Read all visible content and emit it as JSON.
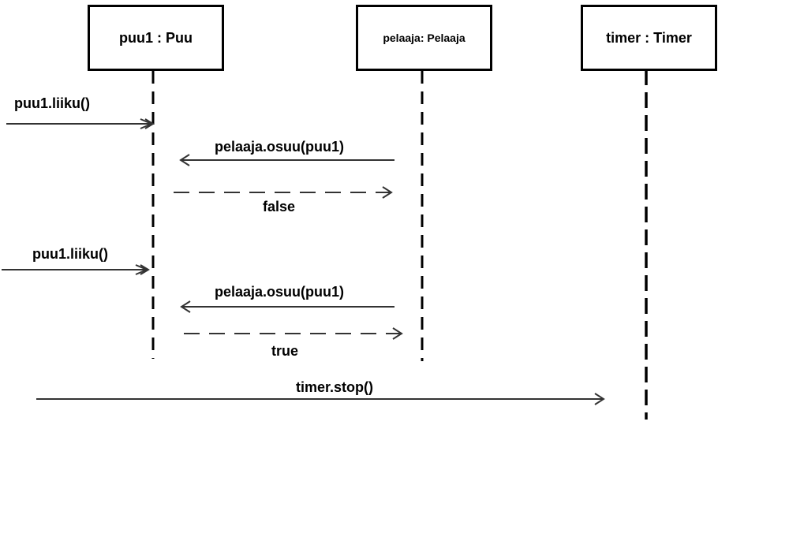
{
  "diagram": {
    "type": "sequence-diagram",
    "colors": {
      "line": "#000000",
      "message": "#333333",
      "background": "#ffffff"
    },
    "objects": [
      {
        "id": "puu1",
        "label": "puu1 : Puu"
      },
      {
        "id": "pelaaja",
        "label": "pelaaja: Pelaaja"
      },
      {
        "id": "timer",
        "label": "timer : Timer"
      }
    ],
    "messages": [
      {
        "id": "m1",
        "label": "puu1.liiku()",
        "from": "external",
        "to": "puu1",
        "kind": "call"
      },
      {
        "id": "m2",
        "label": "pelaaja.osuu(puu1)",
        "from": "pelaaja",
        "to": "puu1",
        "kind": "call"
      },
      {
        "id": "m3",
        "label": "false",
        "from": "puu1",
        "to": "pelaaja",
        "kind": "return"
      },
      {
        "id": "m4",
        "label": "puu1.liiku()",
        "from": "external",
        "to": "puu1",
        "kind": "call"
      },
      {
        "id": "m5",
        "label": "pelaaja.osuu(puu1)",
        "from": "pelaaja",
        "to": "puu1",
        "kind": "call"
      },
      {
        "id": "m6",
        "label": "true",
        "from": "puu1",
        "to": "pelaaja",
        "kind": "return"
      },
      {
        "id": "m7",
        "label": "timer.stop()",
        "from": "external",
        "to": "timer",
        "kind": "call"
      }
    ]
  }
}
